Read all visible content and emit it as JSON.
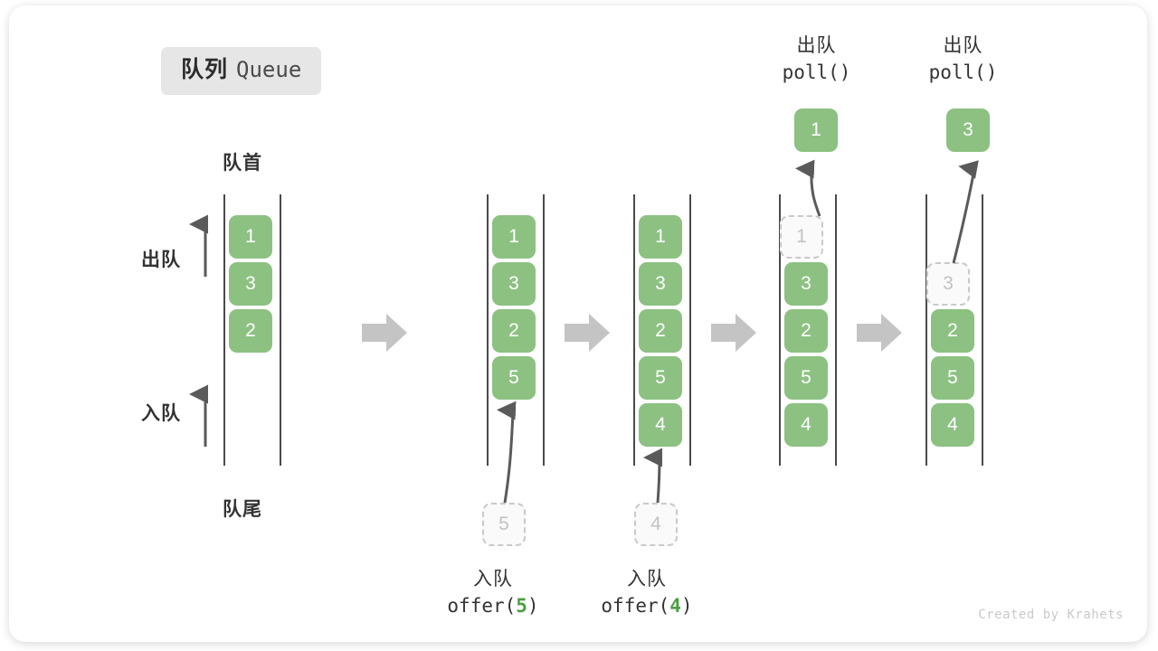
{
  "title": {
    "cn": "队列",
    "en": "Queue"
  },
  "labels": {
    "head": "队首",
    "tail": "队尾",
    "dequeue": "出队",
    "enqueue": "入队"
  },
  "credit": "Created by Krahets",
  "colors": {
    "item_green": "#8cc182",
    "ghost_border": "#c9c9c9",
    "ghost_text": "#c2c2c2",
    "rail": "#4a4a4a",
    "arrow_gray": "#5a5a5a",
    "step_arrow": "#c4c4c4",
    "badge_bg": "#e6e6e6",
    "text_dark": "#333333",
    "accent_green_text": "#4d9e45"
  },
  "stages": [
    {
      "name": "initial",
      "items": [
        "1",
        "3",
        "2"
      ],
      "ghost_index": -1
    },
    {
      "name": "after-offer-5",
      "items": [
        "1",
        "3",
        "2",
        "5"
      ],
      "ghost_index": -1,
      "incoming": "5",
      "caption_line1": "入队",
      "caption_call": "offer(",
      "caption_num": "5",
      "caption_close": ")"
    },
    {
      "name": "after-offer-4",
      "items": [
        "1",
        "3",
        "2",
        "5",
        "4"
      ],
      "ghost_index": -1,
      "incoming": "4",
      "caption_line1": "入队",
      "caption_call": "offer(",
      "caption_num": "4",
      "caption_close": ")"
    },
    {
      "name": "poll-1",
      "items": [
        "1",
        "3",
        "2",
        "5",
        "4"
      ],
      "ghost_index": 0,
      "outgoing": "1",
      "caption_line1": "出队",
      "caption_line2": "poll()"
    },
    {
      "name": "poll-3",
      "items": [
        "",
        "3",
        "2",
        "5",
        "4"
      ],
      "ghost_index": 1,
      "outgoing": "3",
      "caption_line1": "出队",
      "caption_line2": "poll()"
    }
  ],
  "box_values": {
    "s1": [
      "1",
      "3",
      "2"
    ],
    "s2": [
      "1",
      "3",
      "2",
      "5"
    ],
    "s3": [
      "1",
      "3",
      "2",
      "5",
      "4"
    ],
    "s4": [
      "1",
      "3",
      "2",
      "5",
      "4"
    ],
    "s5": [
      "3",
      "2",
      "5",
      "4"
    ],
    "incoming_5": "5",
    "incoming_4": "4",
    "outgoing_1": "1",
    "outgoing_3": "3"
  }
}
